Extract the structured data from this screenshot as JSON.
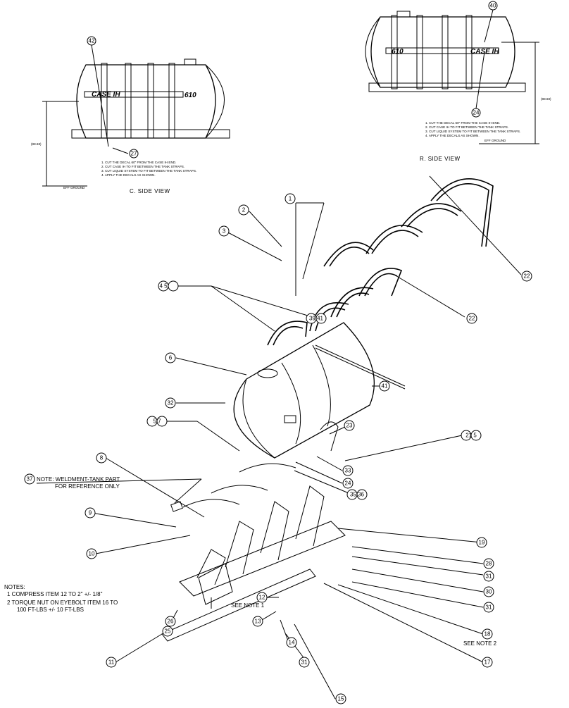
{
  "left_view": {
    "caption": "C. SIDE VIEW",
    "dimension": "(88.68)",
    "ground": "EFF GROUND",
    "decal_brand": "CASE IH",
    "decal_model": "610",
    "callout_top": "42",
    "callout_bottom": "27",
    "steps": [
      "1. CUT THE DECAL 60\" FROM THE CASE IH END.",
      "2. CUT CASE IH TO FIT BETWEEN THE TANK STRAPS.",
      "3. CUT LIQUID SYSTEM TO FIT BETWEEN THE TANK STRAPS.",
      "4. APPLY THE DECALS AS SHOWN."
    ]
  },
  "right_view": {
    "caption": "R. SIDE VIEW",
    "dimension": "(88.68)",
    "ground": "EFF GROUND",
    "decal_brand": "CASE IH",
    "decal_model": "610",
    "callout_top": "40",
    "callout_bottom": "24",
    "steps": [
      "1. CUT THE DECAL 60\" FROM THE CASE IH END.",
      "2. CUT CASE IH TO FIT BETWEEN THE TANK STRAPS.",
      "3. CUT LIQUID SYSTEM TO FIT BETWEEN THE TANK STRAPS.",
      "4. APPLY THE DECALS AS SHOWN."
    ]
  },
  "callouts": {
    "c1": "1",
    "c2": "2",
    "c3": "3",
    "c45": "4 5",
    "c22a": "22",
    "c22b": "22",
    "c3941": "39 41",
    "c6": "6",
    "c41": "41",
    "c32": "32",
    "c57": "5 7",
    "c23": "23",
    "c215": "21 5",
    "c33": "33",
    "c24": "24",
    "c3536": "35 36",
    "c8": "8",
    "c37": "37",
    "c9": "9",
    "c10": "10",
    "c19": "19",
    "c28a": "28",
    "c31a": "31",
    "c30": "30",
    "c31b": "31",
    "c26": "26",
    "c25": "25",
    "c12": "12",
    "c13": "13",
    "c14": "14",
    "c11": "11",
    "c31c": "31",
    "c18": "18",
    "c17": "17",
    "c15": "15"
  },
  "labels": {
    "weldment_line1": "NOTE: WELDMENT-TANK PART",
    "weldment_line2": "FOR REFERENCE ONLY",
    "see_note1": "SEE NOTE 1",
    "see_note2": "SEE NOTE 2"
  },
  "notes": {
    "heading": "NOTES:",
    "n1": "1  COMPRESS ITEM 12 TO 2\" +/- 1/8\"",
    "n2a": "2  TORQUE NUT ON EYEBOLT ITEM 16 TO",
    "n2b": "100 FT-LBS +/- 10 FT-LBS"
  }
}
